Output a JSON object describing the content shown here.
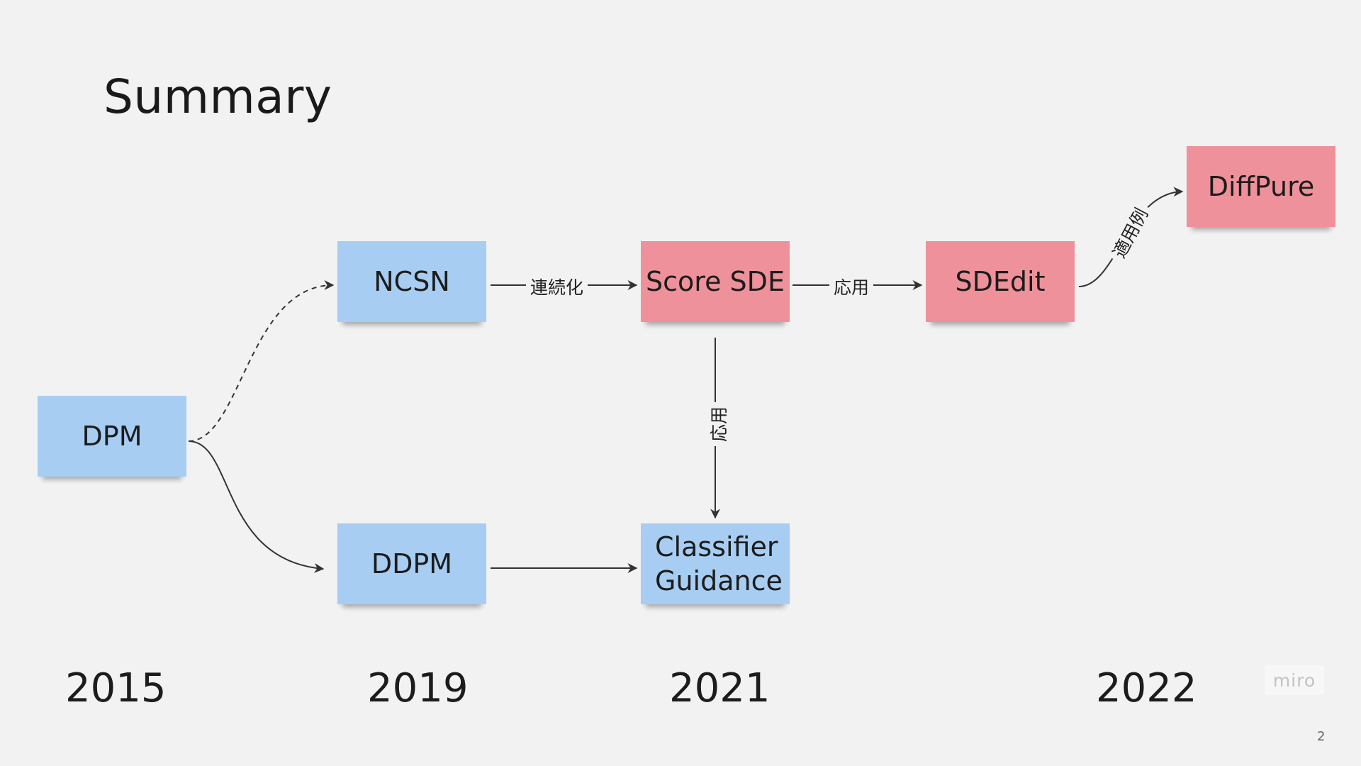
{
  "title": "Summary",
  "nodes": {
    "dpm": "DPM",
    "ncsn": "NCSN",
    "ddpm": "DDPM",
    "score_sde": "Score SDE",
    "classifier_guidance": "Classifier Guidance",
    "sdedit": "SDEdit",
    "diffpure": "DiffPure"
  },
  "edge_labels": {
    "ncsn_to_score_sde": "連続化",
    "score_sde_to_sdedit": "応用",
    "score_sde_to_classifier": "応用",
    "sdedit_to_diffpure": "適用例"
  },
  "years": [
    "2015",
    "2019",
    "2021",
    "2022"
  ],
  "watermark": "miro",
  "page_number": "2",
  "colors": {
    "background": "#f2f2f2",
    "blue_note": "#a7cdf3",
    "pink_note": "#ef919a",
    "arrow": "#333333"
  }
}
